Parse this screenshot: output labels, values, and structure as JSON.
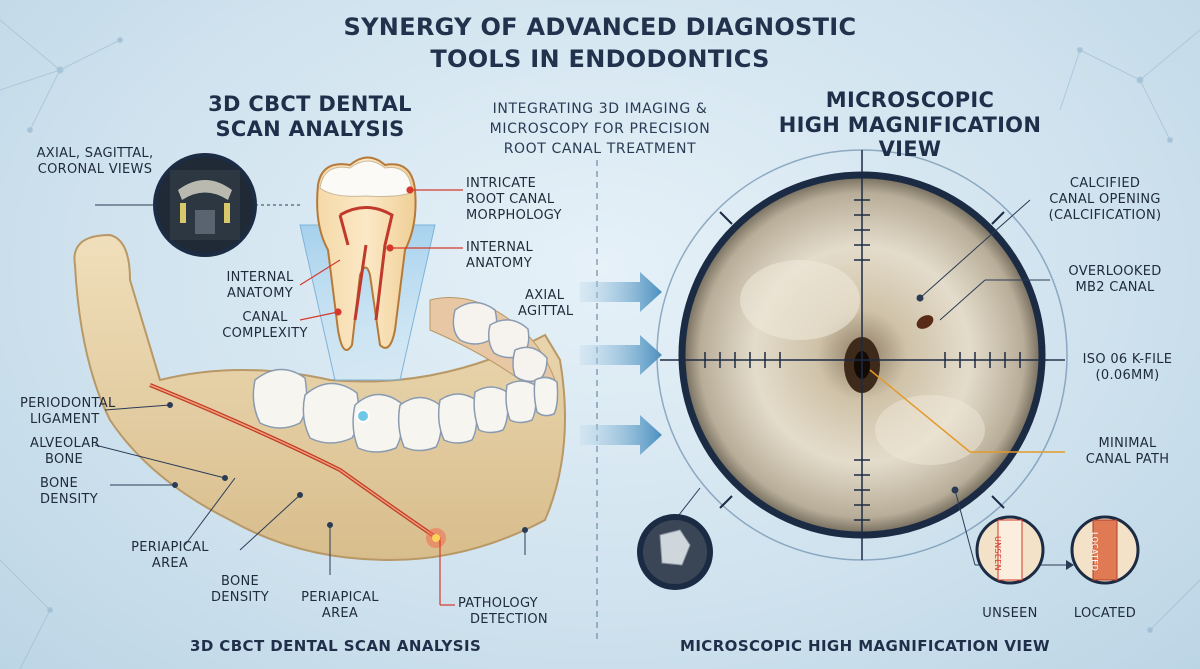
{
  "title": {
    "line1": "SYNERGY OF ADVANCED DIAGNOSTIC",
    "line2": "TOOLS IN ENDODONTICS"
  },
  "left_header": {
    "line1": "3D CBCT DENTAL",
    "line2": "SCAN ANALYSIS"
  },
  "center_header": {
    "line1": "INTEGRATING 3D IMAGING &",
    "line2": "MICROSCOPY FOR PRECISION",
    "line3": "ROOT CANAL TREATMENT"
  },
  "right_header": {
    "line1": "MICROSCOPIC",
    "line2": "HIGH MAGNIFICATION VIEW"
  },
  "left_labels": {
    "views_1": "AXIAL, SAGITTAL,",
    "views_2": "CORONAL VIEWS",
    "morph_1": "INTRICATE",
    "morph_2": "ROOT CANAL",
    "morph_3": "MORPHOLOGY",
    "anat_r1": "INTERNAL",
    "anat_r2": "ANATOMY",
    "anat_l1": "INTERNAL",
    "anat_l2": "ANATOMY",
    "canal_1": "CANAL",
    "canal_2": "COMPLEXITY",
    "perio_1": "PERIODONTAL",
    "perio_2": "LIGAMENT",
    "alv_1": "ALVEOLAR",
    "alv_2": "BONE",
    "bone1_1": "BONE",
    "bone1_2": "DENSITY",
    "peri1_1": "PERIAPICAL",
    "peri1_2": "AREA",
    "bone2_1": "BONE",
    "bone2_2": "DENSITY",
    "peri2_1": "PERIAPICAL",
    "peri2_2": "AREA",
    "path_1": "PATHOLOGY",
    "path_2": "DETECTION"
  },
  "middle_labels": {
    "axial": "AXIAL",
    "agittal": "AGITTAL"
  },
  "right_labels": {
    "calc_1": "CALCIFIED",
    "calc_2": "CANAL OPENING",
    "calc_3": "(CALCIFICATION)",
    "mb2_1": "OVERLOOKED",
    "mb2_2": "MB2 CANAL",
    "kfile_1": "ISO 06 K-FILE",
    "kfile_2": "(0.06mm)",
    "min_1": "MINIMAL",
    "min_2": "CANAL PATH",
    "unseen": "UNSEEN",
    "located": "LOCATED",
    "unseen_inner": "UNSEEN",
    "located_inner": "LOCATED"
  },
  "footer": {
    "left": "3D CBCT DENTAL SCAN ANALYSIS",
    "right": "MICROSCOPIC HIGH MAGNIFICATION VIEW"
  },
  "colors": {
    "leader_red": "#d6392b",
    "leader_dark": "#2b3b55",
    "accent_orange": "#e39a2b",
    "bone": "#e9d5ad",
    "enamel": "#f7f5f0"
  }
}
